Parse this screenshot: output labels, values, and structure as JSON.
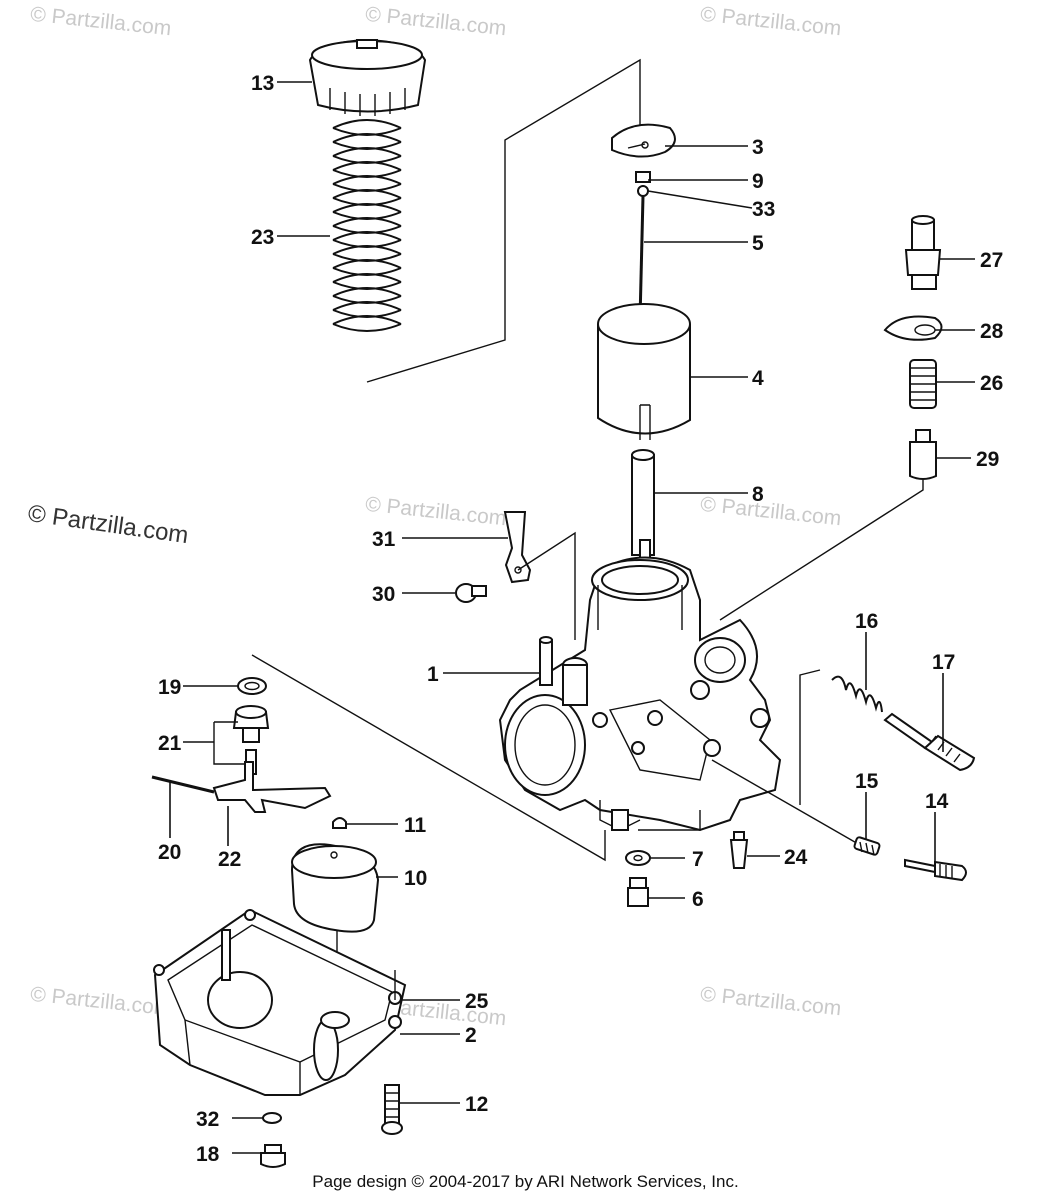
{
  "watermarks": {
    "small": "© Partzilla.com",
    "large": "© Partzilla.com"
  },
  "footer": "Page design © 2004-2017 by ARI Network Services, Inc.",
  "callouts": [
    "1",
    "2",
    "3",
    "4",
    "5",
    "6",
    "7",
    "8",
    "9",
    "10",
    "11",
    "12",
    "13",
    "14",
    "15",
    "16",
    "17",
    "18",
    "19",
    "20",
    "21",
    "22",
    "23",
    "24",
    "25",
    "26",
    "27",
    "28",
    "29",
    "30",
    "31",
    "32",
    "33"
  ]
}
